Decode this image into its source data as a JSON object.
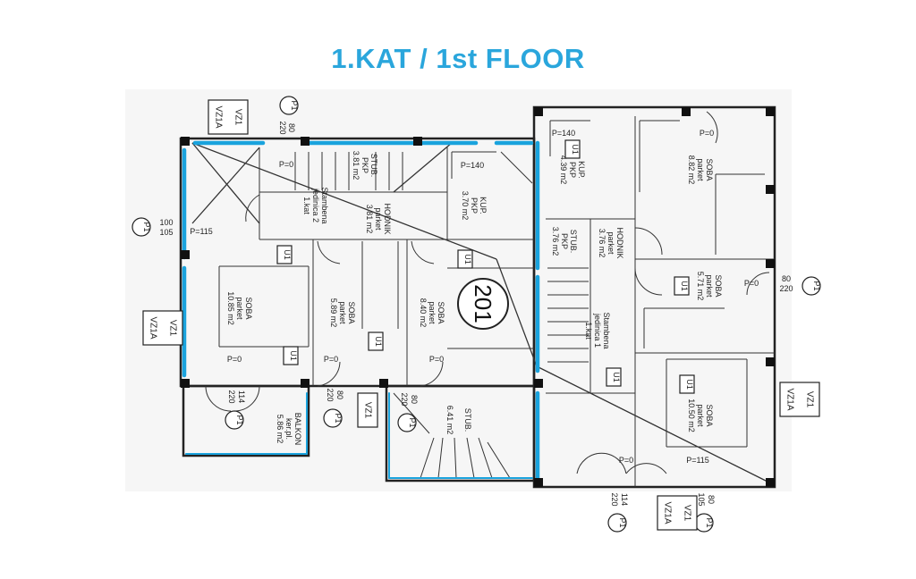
{
  "title": "1.KAT / 1st FLOOR",
  "unit_number": "201",
  "colors": {
    "accent": "#2aa6dc",
    "window": "#1aa3dd",
    "wall": "#222222"
  },
  "rooms": [
    {
      "name": "STUB.",
      "floor": "PKP",
      "area": "3.81 m2"
    },
    {
      "name": "HODNIK",
      "floor": "parket",
      "area": "3.81 m2"
    },
    {
      "name": "Stambena",
      "floor": "jedinica 2",
      "area": "1.kat"
    },
    {
      "name": "KUP.",
      "floor": "PKP",
      "area": "3.70 m2"
    },
    {
      "name": "SOBA",
      "floor": "parket",
      "area": "10.85 m2"
    },
    {
      "name": "SOBA",
      "floor": "parket",
      "area": "5.89 m2"
    },
    {
      "name": "SOBA",
      "floor": "parket",
      "area": "8.40 m2"
    },
    {
      "name": "KUP.",
      "floor": "PKP",
      "area": "4.39 m2"
    },
    {
      "name": "SOBA",
      "floor": "parket",
      "area": "8.82 m2"
    },
    {
      "name": "STUB.",
      "floor": "PKP",
      "area": "3.76 m2"
    },
    {
      "name": "HODNIK",
      "floor": "parket",
      "area": "3.76 m2"
    },
    {
      "name": "Stambena",
      "floor": "jedinica 1",
      "area": "1.kat"
    },
    {
      "name": "SOBA",
      "floor": "parket",
      "area": "5.71 m2"
    },
    {
      "name": "SOBA",
      "floor": "parket",
      "area": "10.50 m2"
    },
    {
      "name": "STUB.",
      "floor": "",
      "area": "6.41 m2"
    },
    {
      "name": "BALKON",
      "floor": "ker.pl.",
      "area": "5.86 m2"
    }
  ],
  "sill_heights": [
    "P=0",
    "P=140",
    "P=115",
    "P=0",
    "P=0",
    "P=0",
    "P=140",
    "P=0",
    "P=0",
    "P=0",
    "P=115"
  ],
  "door_tags": [
    "P1",
    "P1",
    "P1",
    "P1",
    "P1",
    "P1",
    "P1",
    "P1"
  ],
  "door_dims": [
    [
      "80",
      "220"
    ],
    [
      "100",
      "105"
    ],
    [
      "80",
      "220"
    ],
    [
      "114",
      "220"
    ],
    [
      "80",
      "220"
    ],
    [
      "80",
      "220"
    ],
    [
      "114",
      "220"
    ],
    [
      "80",
      "105"
    ]
  ],
  "wall_tags": [
    [
      "VZ1",
      "VZ1A"
    ],
    [
      "VZ1",
      "VZ1A"
    ],
    [
      "VZ1",
      "VZ1A"
    ],
    [
      "VZ1",
      "VZ1A"
    ],
    [
      "VZ1",
      ""
    ]
  ],
  "unit_tags": [
    "U1",
    "U1",
    "U1",
    "U1",
    "U1",
    "U1",
    "U1",
    "U1"
  ]
}
